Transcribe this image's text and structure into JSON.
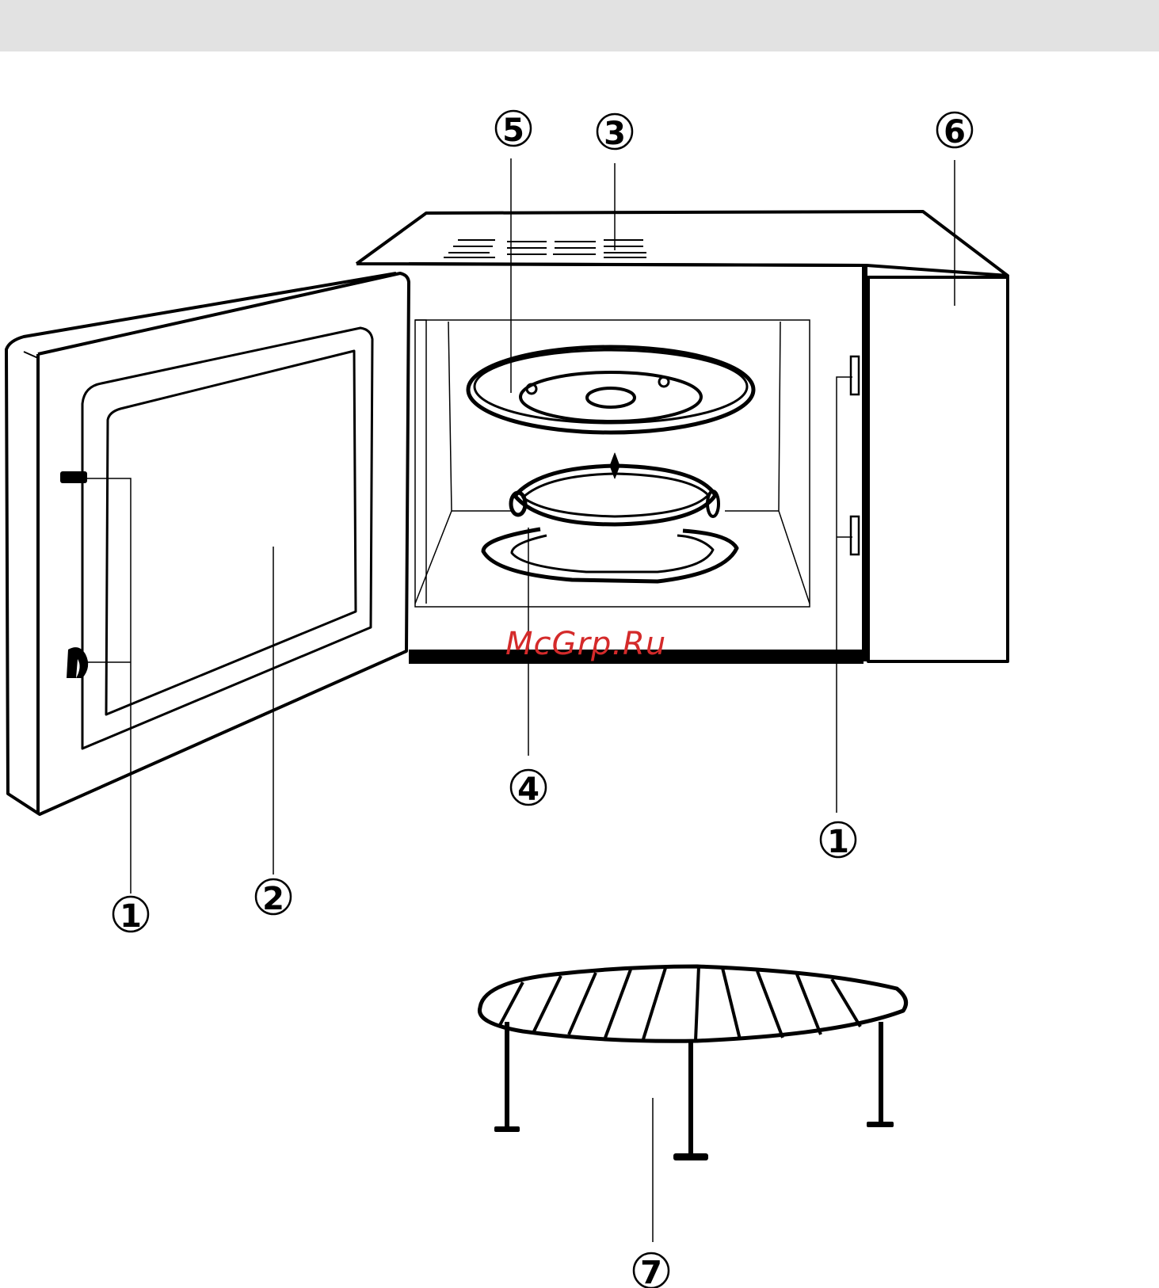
{
  "callouts": [
    {
      "id": "c1-left",
      "number": "1"
    },
    {
      "id": "c2",
      "number": "2"
    },
    {
      "id": "c3",
      "number": "3"
    },
    {
      "id": "c4",
      "number": "4"
    },
    {
      "id": "c5",
      "number": "5"
    },
    {
      "id": "c6",
      "number": "6"
    },
    {
      "id": "c1-right",
      "number": "1"
    },
    {
      "id": "c7",
      "number": "7"
    }
  ],
  "watermark": "McGrp.Ru"
}
